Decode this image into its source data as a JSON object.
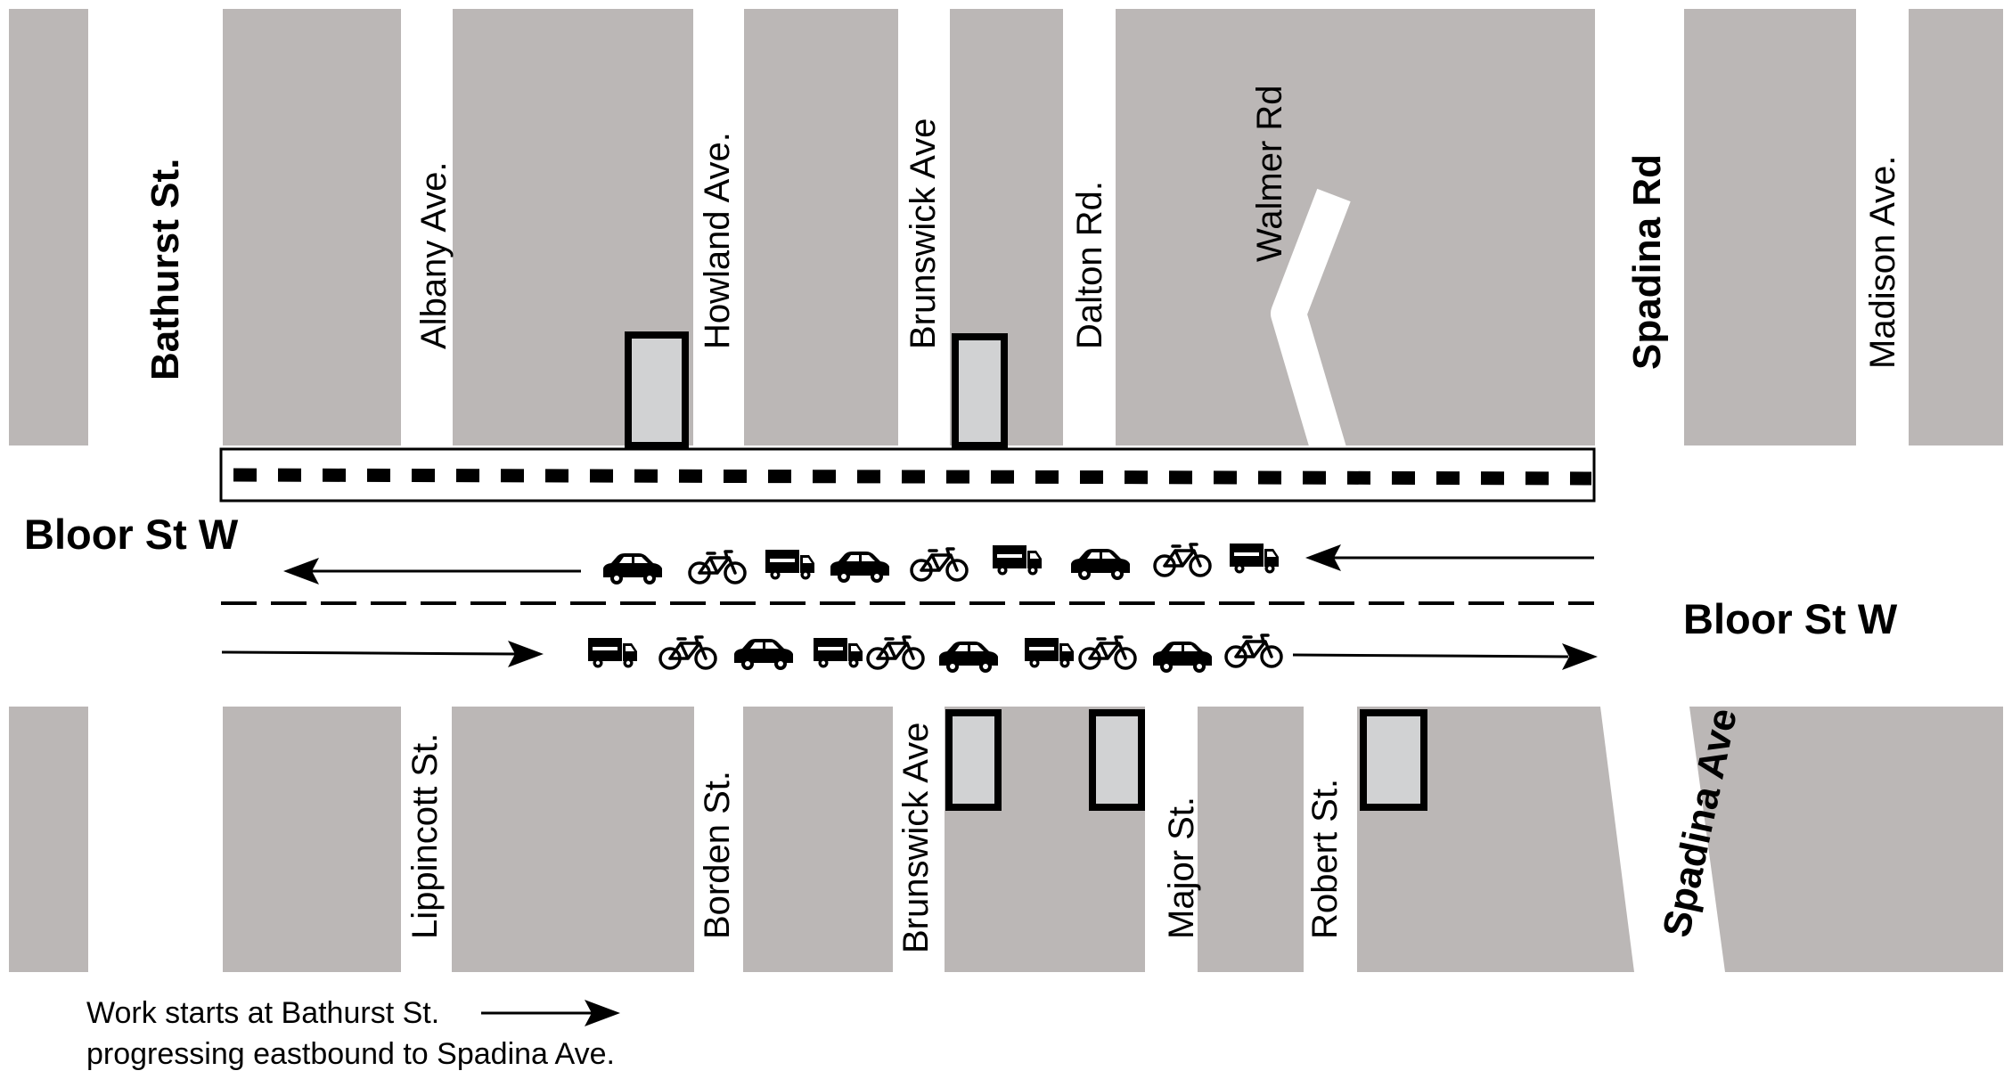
{
  "streets": {
    "bathurst": "Bathurst St.",
    "albany": "Albany Ave.",
    "howland": "Howland Ave.",
    "brunswick_north": "Brunswick Ave",
    "dalton": "Dalton Rd.",
    "walmer": "Walmer Rd",
    "spadina_rd": "Spadina Rd",
    "madison": "Madison Ave.",
    "lippincott": "Lippincott St.",
    "borden": "Borden St.",
    "brunswick_south": "Brunswick Ave",
    "major": "Major St.",
    "robert": "Robert St.",
    "spadina_ave": "Spadina Ave"
  },
  "bloor": {
    "west_label": "Bloor St W",
    "east_label": "Bloor St W"
  },
  "note": {
    "line1": "Work starts at Bathurst St.",
    "line2": "progressing eastbound to Spadina Ave."
  },
  "traffic": {
    "westbound": [
      "car-icon",
      "bicycle-icon",
      "truck-icon",
      "car-icon",
      "bicycle-icon",
      "truck-icon",
      "car-icon",
      "bicycle-icon",
      "truck-icon"
    ],
    "eastbound": [
      "truck-icon",
      "bicycle-icon",
      "car-icon",
      "truck-icon",
      "bicycle-icon",
      "car-icon",
      "truck-icon",
      "bicycle-icon",
      "car-icon",
      "bicycle-icon"
    ]
  },
  "colors": {
    "block": "#bbb7b6",
    "worksite": "#d1d2d3",
    "ink": "#000000"
  }
}
